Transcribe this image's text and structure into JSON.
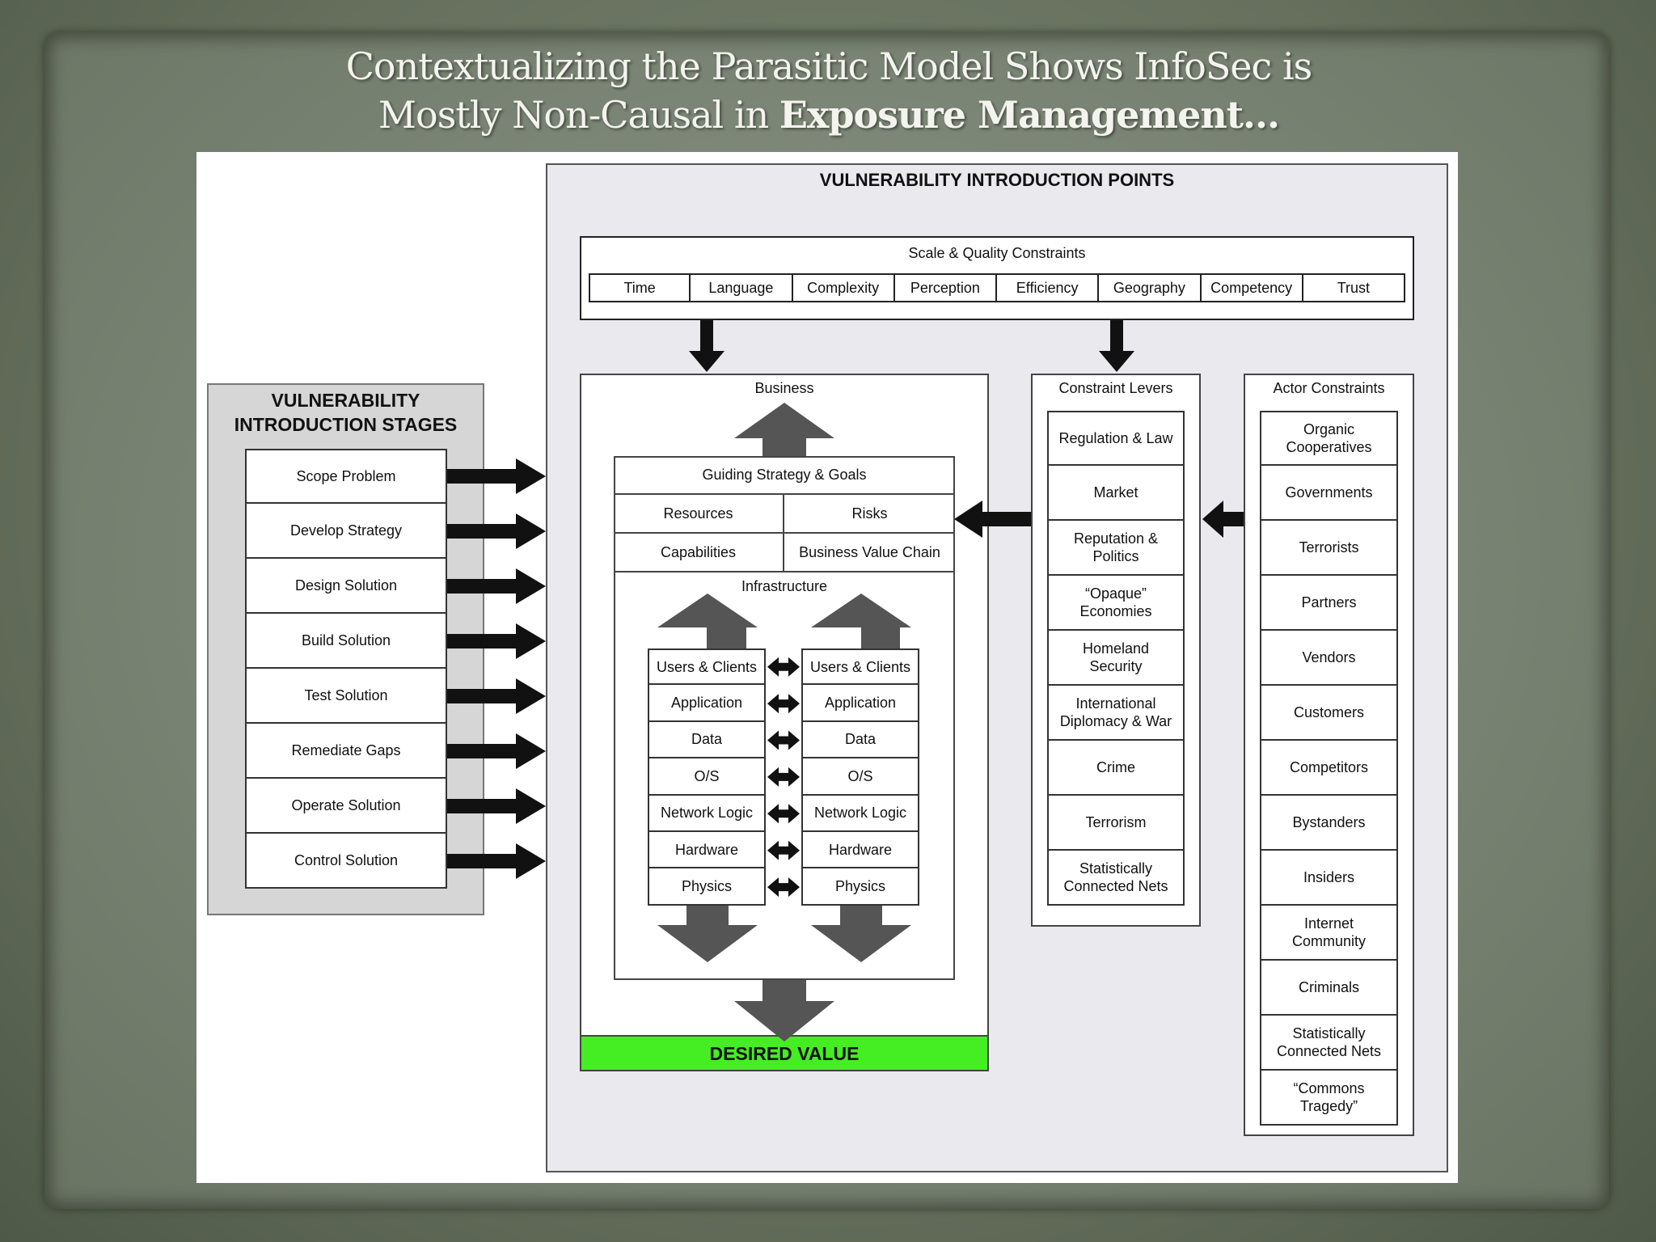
{
  "slide": {
    "title_line1": "Contextualizing the Parasitic Model Shows InfoSec is",
    "title_line2_prefix": "Mostly Non-Causal in ",
    "title_line2_bold": "Exposure Management…"
  },
  "stages": {
    "heading_line1": "VULNERABILITY",
    "heading_line2": "INTRODUCTION STAGES",
    "items": [
      "Scope Problem",
      "Develop Strategy",
      "Design Solution",
      "Build Solution",
      "Test Solution",
      "Remediate Gaps",
      "Operate Solution",
      "Control Solution"
    ]
  },
  "points": {
    "heading": "VULNERABILITY INTRODUCTION POINTS",
    "constraints_title": "Scale & Quality Constraints",
    "constraints": [
      "Time",
      "Language",
      "Complexity",
      "Perception",
      "Efficiency",
      "Geography",
      "Competency",
      "Trust"
    ]
  },
  "business": {
    "title": "Business",
    "strategy": "Guiding Strategy & Goals",
    "resources": "Resources",
    "risks": "Risks",
    "capabilities": "Capabilities",
    "value_chain": "Business Value Chain",
    "infrastructure": "Infrastructure",
    "stack": [
      "Users & Clients",
      "Application",
      "Data",
      "O/S",
      "Network Logic",
      "Hardware",
      "Physics"
    ],
    "desired_value": "DESIRED VALUE",
    "desired_value_color": "#44ee22"
  },
  "levers": {
    "title": "Constraint Levers",
    "items": [
      "Regulation & Law",
      "Market",
      "Reputation  &\nPolitics",
      "“Opaque”\nEconomies",
      "Homeland\nSecurity",
      "International\nDiplomacy & War",
      "Crime",
      "Terrorism",
      "Statistically\nConnected Nets"
    ]
  },
  "actors": {
    "title": "Actor Constraints",
    "items": [
      "Organic\nCooperatives",
      "Governments",
      "Terrorists",
      "Partners",
      "Vendors",
      "Customers",
      "Competitors",
      "Bystanders",
      "Insiders",
      "Internet\nCommunity",
      "Criminals",
      "Statistically\nConnected Nets",
      "“Commons\nTragedy”"
    ]
  }
}
